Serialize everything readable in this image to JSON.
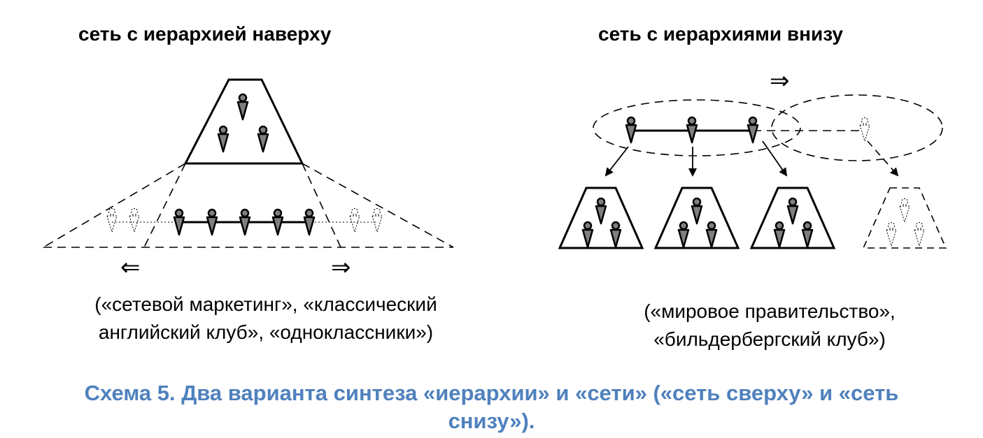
{
  "left": {
    "title": "сеть с иерархией наверху",
    "caption_line1": "(«сетевой маркетинг», «классический",
    "caption_line2": "английский клуб», «одноклассники»)",
    "arrow_left": "⇐",
    "arrow_right": "⇒"
  },
  "right": {
    "title": "сеть с иерархиями внизу",
    "caption_line1": "(«мировое правительство»,",
    "caption_line2": "«бильдербергский клуб»)",
    "arrow_top": "⇒"
  },
  "caption": {
    "line1": "Схема 5. Два варианта синтеза «иерархии» и «сети» («сеть сверху» и «сеть",
    "line2": "снизу»)."
  },
  "colors": {
    "schema_caption": "#4f81bd",
    "person_fill": "#7f7f7f"
  }
}
